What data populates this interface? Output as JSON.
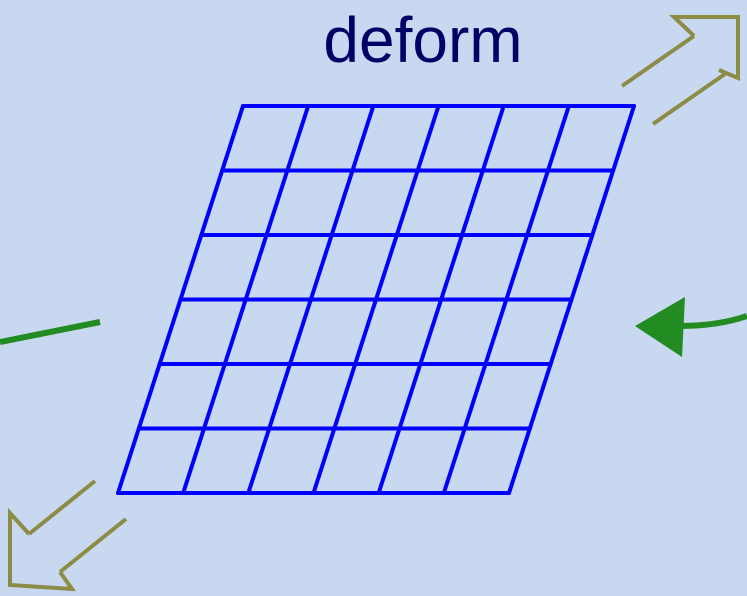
{
  "title": "deform",
  "colors": {
    "background": "#c8d8f0",
    "title": "#000066",
    "grid": "#0000ff",
    "stretch_arrows": "#8c8c46",
    "motion_arrows": "#228b22"
  },
  "grid": {
    "rows": 6,
    "cols": 6
  },
  "arrows": [
    {
      "id": "stretch-arrow-top-right",
      "icon": "hollow-chevron-arrow",
      "direction": "up-right"
    },
    {
      "id": "stretch-arrow-bottom-left",
      "icon": "hollow-chevron-arrow",
      "direction": "down-left"
    },
    {
      "id": "motion-line-left",
      "icon": "green-line"
    },
    {
      "id": "motion-arrow-right",
      "icon": "green-curved-arrow",
      "direction": "left"
    }
  ]
}
